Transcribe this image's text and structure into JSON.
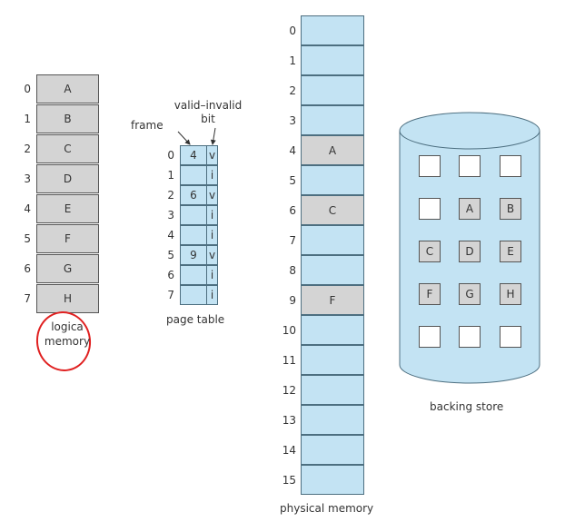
{
  "logical_memory": {
    "indices": [
      "0",
      "1",
      "2",
      "3",
      "4",
      "5",
      "6",
      "7"
    ],
    "pages": [
      "A",
      "B",
      "C",
      "D",
      "E",
      "F",
      "G",
      "H"
    ],
    "label_line1": "logica",
    "label_line2": "memory"
  },
  "page_table": {
    "indices": [
      "0",
      "1",
      "2",
      "3",
      "4",
      "5",
      "6",
      "7"
    ],
    "frames": [
      "4",
      "",
      "6",
      "",
      "",
      "9",
      "",
      ""
    ],
    "bits": [
      "v",
      "i",
      "v",
      "i",
      "i",
      "v",
      "i",
      "i"
    ],
    "frame_label": "frame",
    "valid_label_line1": "valid–invalid",
    "valid_label_line2": "bit",
    "label": "page table"
  },
  "physical_memory": {
    "indices": [
      "0",
      "1",
      "2",
      "3",
      "4",
      "5",
      "6",
      "7",
      "8",
      "9",
      "10",
      "11",
      "12",
      "13",
      "14",
      "15"
    ],
    "contents": [
      "",
      "",
      "",
      "",
      "A",
      "",
      "C",
      "",
      "",
      "F",
      "",
      "",
      "",
      "",
      "",
      ""
    ],
    "label": "physical memory"
  },
  "backing_store": {
    "rows": [
      [
        "",
        "",
        ""
      ],
      [
        "",
        "A",
        "B"
      ],
      [
        "C",
        "D",
        "E"
      ],
      [
        "F",
        "G",
        "H"
      ],
      [
        "",
        "",
        ""
      ]
    ],
    "label": "backing store"
  },
  "colors": {
    "memory_blue": "#c3e3f3",
    "page_gray": "#d4d4d4",
    "annotation_red": "#e02020"
  }
}
